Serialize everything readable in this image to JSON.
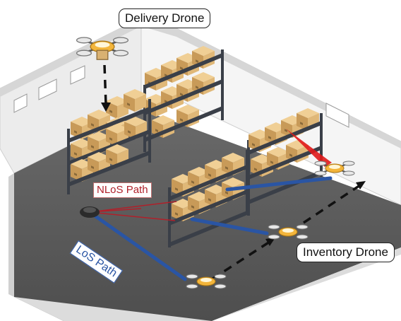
{
  "labels": {
    "delivery_drone": "Delivery Drone",
    "inventory_drone": "Inventory Drone",
    "nlos_path": "NLoS Path",
    "los_path": "LoS Path"
  },
  "colors": {
    "nlos": "#b0202a",
    "los": "#2a55a4",
    "reflection": "#e01a1a",
    "floor": "#5b5b5b",
    "wall": "#f2f2f2",
    "rack": "#3a3f48",
    "box": "#d9b172",
    "drone_body": "#f3b53b"
  }
}
